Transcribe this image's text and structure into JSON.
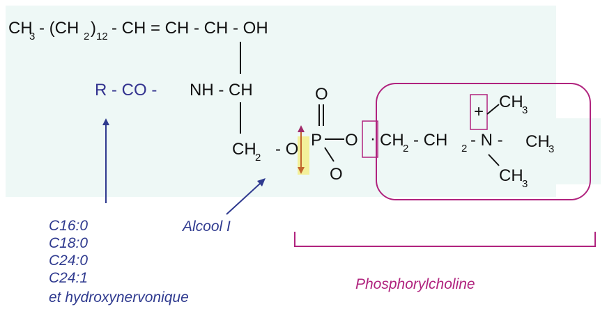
{
  "formula": {
    "top_line": {
      "ch3": "CH",
      "sub3": "3",
      "sep1": "- (CH",
      "sub2": "2",
      "close": ")",
      "sub12": "12",
      "rest": "- CH = CH - CH - OH"
    },
    "amide": {
      "rco": "R - CO -",
      "nh_ch": "NH - CH"
    },
    "ch2": "CH",
    "ch2_sub": "2",
    "o_link": "- O",
    "phosphate": {
      "o_top": "O",
      "p": "P",
      "o_right": "O",
      "o_bottom": "O"
    },
    "choline": {
      "ch2_a": "CH",
      "sub_a": "2",
      "dash_a": "- CH",
      "sub_b": "2",
      "dash_n": "- N -",
      "plus": "+",
      "ch3_top": "CH",
      "ch3_top_sub": "3",
      "ch3_right": "CH",
      "ch3_right_sub": "3",
      "ch3_bottom": "CH",
      "ch3_bottom_sub": "3"
    }
  },
  "labels": {
    "fatty_acids": [
      "C16:0",
      "C18:0",
      "C24:0",
      "C24:1",
      "et hydroxynervonique"
    ],
    "alcool": "Alcool I",
    "phosphorylcholine": "Phosphorylcholine"
  },
  "colors": {
    "background_panel": "#eef8f6",
    "blue": "#33338f",
    "magenta": "#b0237e",
    "highlight": "#f3f09a",
    "bond_arrow": "#c2662e"
  }
}
